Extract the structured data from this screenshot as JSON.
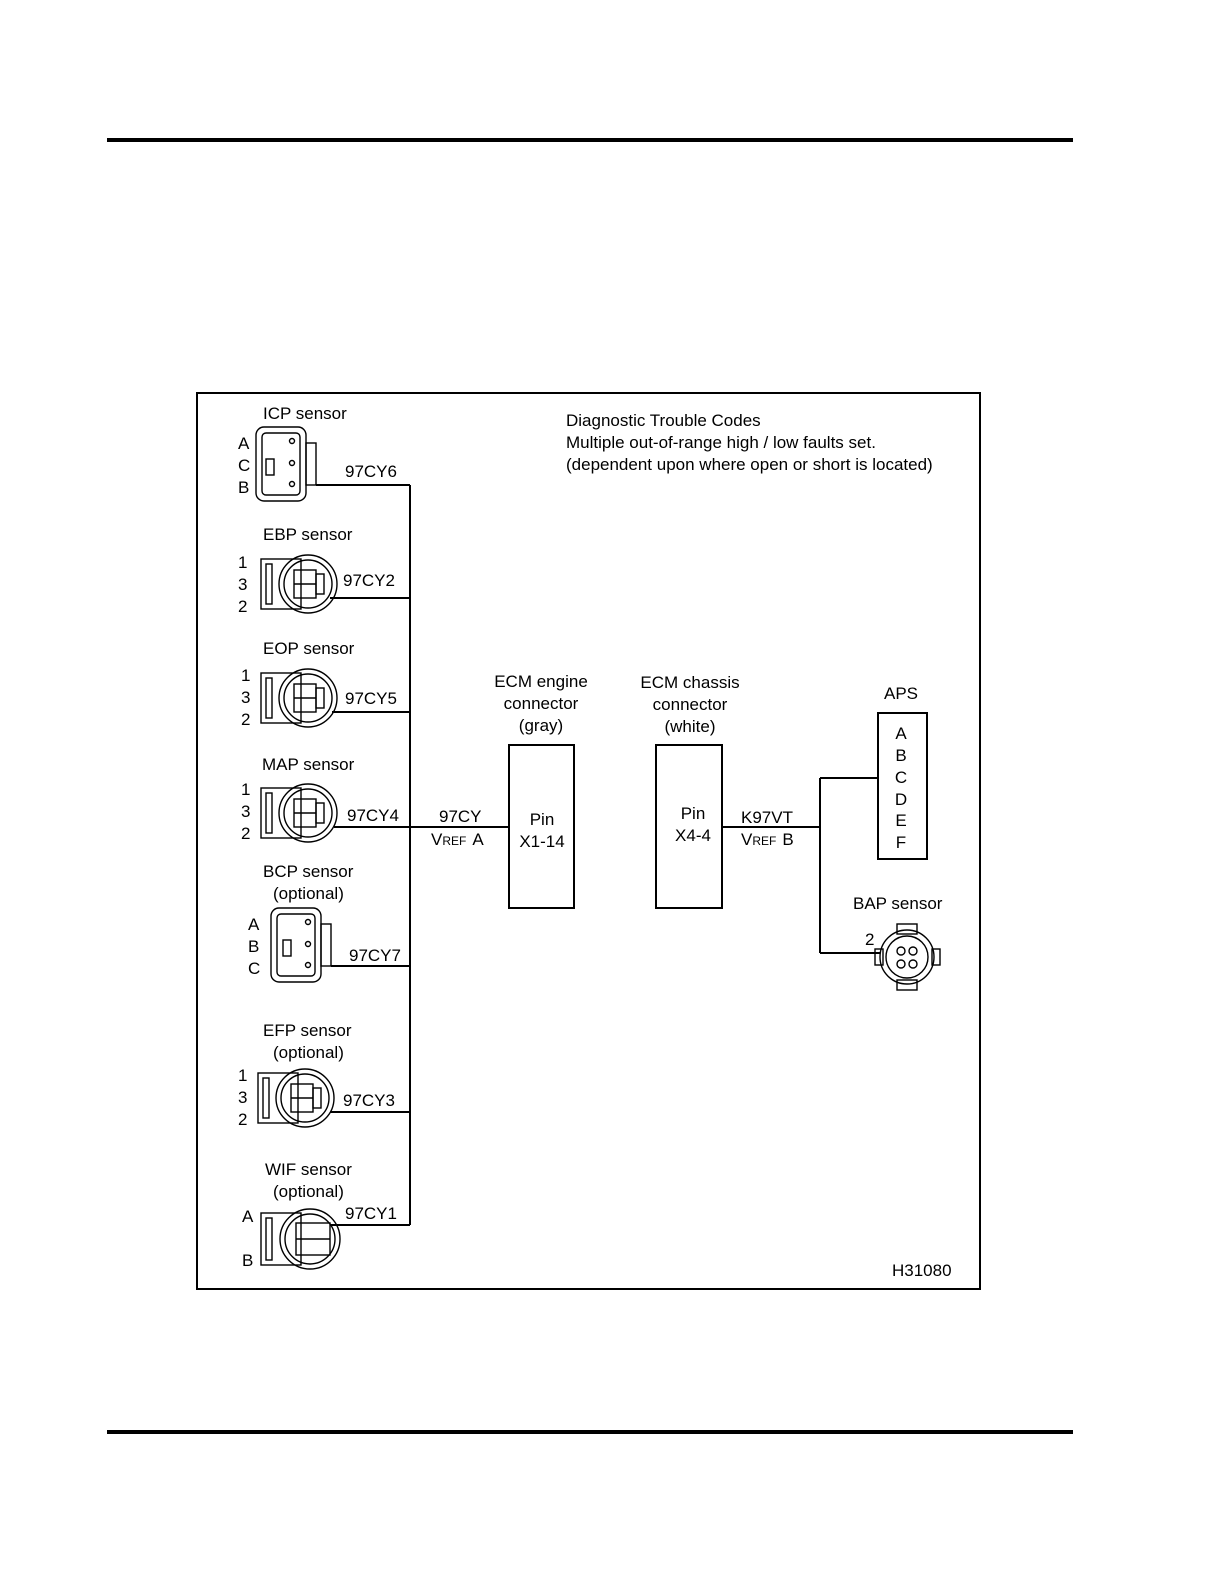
{
  "figure_id": "H31080",
  "dtc": {
    "title": "Diagnostic Trouble Codes",
    "line1": "Multiple out-of-range high / low faults set.",
    "line2": "(dependent upon where open or short is located)"
  },
  "sensors": [
    {
      "name": "ICP sensor",
      "optional": "",
      "pins": [
        "A",
        "C",
        "B"
      ],
      "wire": "97CY6"
    },
    {
      "name": "EBP sensor",
      "optional": "",
      "pins": [
        "1",
        "3",
        "2"
      ],
      "wire": "97CY2"
    },
    {
      "name": "EOP sensor",
      "optional": "",
      "pins": [
        "1",
        "3",
        "2"
      ],
      "wire": "97CY5"
    },
    {
      "name": "MAP sensor",
      "optional": "",
      "pins": [
        "1",
        "3",
        "2"
      ],
      "wire": "97CY4"
    },
    {
      "name": "BCP sensor",
      "optional": "(optional)",
      "pins": [
        "A",
        "B",
        "C"
      ],
      "wire": "97CY7"
    },
    {
      "name": "EFP sensor",
      "optional": "(optional)",
      "pins": [
        "1",
        "3",
        "2"
      ],
      "wire": "97CY3"
    },
    {
      "name": "WIF sensor",
      "optional": "(optional)",
      "pins": [
        "A",
        "B"
      ],
      "wire": "97CY1"
    }
  ],
  "vref_a": {
    "wire": "97CY",
    "label_main": "V",
    "label_small": "REF",
    "label_suffix": "A"
  },
  "ecm_engine": {
    "line1": "ECM engine",
    "line2": "connector",
    "line3": "(gray)",
    "pin_label": "Pin",
    "pin": "X1-14"
  },
  "ecm_chassis": {
    "line1": "ECM chassis",
    "line2": "connector",
    "line3": "(white)",
    "pin_label": "Pin",
    "pin": "X4-4"
  },
  "vref_b": {
    "wire": "K97VT",
    "label_main": "V",
    "label_small": "REF",
    "label_suffix": "B"
  },
  "aps": {
    "name": "APS",
    "pins": [
      "A",
      "B",
      "C",
      "D",
      "E",
      "F"
    ]
  },
  "bap": {
    "name": "BAP sensor",
    "pin": "2"
  }
}
